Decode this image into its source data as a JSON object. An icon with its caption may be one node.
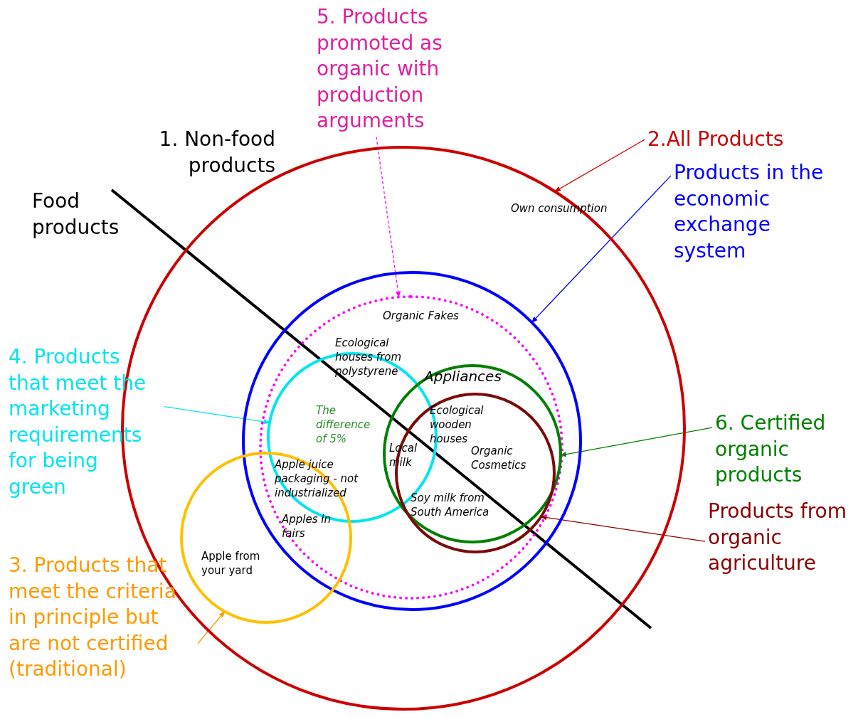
{
  "diagram": {
    "nodes": [
      {
        "text": [
          "2.All Products"
        ]
      },
      {
        "text": [],
        "shape": "circle"
      },
      {
        "text": [
          "Products in the economic exchange system"
        ]
      },
      {
        "text": [],
        "shape": "circle",
        "in": 1
      },
      {
        "text": [
          "5. Products promoted as organic with production arguments"
        ]
      },
      {
        "text": [],
        "shape": "circle",
        "in": 3
      },
      {
        "text": [
          "4. Products that meet the marketing requirements for being green"
        ]
      },
      {
        "text": [],
        "shape": "circle",
        "in": 5
      },
      {
        "text": [
          "6. Certified organic products"
        ]
      },
      {
        "text": [],
        "shape": "circle",
        "in": 5
      },
      {
        "text": [
          "Products from organic agriculture"
        ]
      },
      {
        "text": [],
        "shape": "circle",
        "in": 9
      },
      {
        "text": [
          "3. Products that meet the criteria in principle but are not certified (traditional)"
        ]
      },
      {
        "text": [],
        "shape": "circle",
        "in": 1
      }
    ],
    "edges": [
      {
        "from": 0,
        "to": 1,
        "arrow": "to",
        "color": "#cc0000"
      },
      {
        "from": 2,
        "to": 3,
        "arrow": "to",
        "color": "#0000ff"
      },
      {
        "from": 4,
        "to": 5,
        "arrow": "to",
        "style": "dashed",
        "color": "#ff00ff"
      },
      {
        "from": 6,
        "to": 7,
        "arrow": "to",
        "color": "#00e5ee"
      },
      {
        "from": 8,
        "to": 9,
        "arrow": "to",
        "color": "#008000"
      },
      {
        "from": 10,
        "to": 11,
        "arrow": "to",
        "color": "#8b0000"
      },
      {
        "from": 12,
        "to": 13,
        "arrow": "to",
        "color": "#ff9900"
      }
    ],
    "labels": [
      "1. Non-food products",
      "Food products",
      "Own consumption",
      "Organic Fakes",
      "Ecological houses from polystyrene",
      "Appliances",
      "The difference of 5%",
      "Ecological wooden houses",
      "Local milk",
      "Organic Cosmetics",
      "Apple juice packaging - not industrialized",
      "Soy milk from South America",
      "Apples in fairs",
      "Apple from your yard"
    ]
  }
}
